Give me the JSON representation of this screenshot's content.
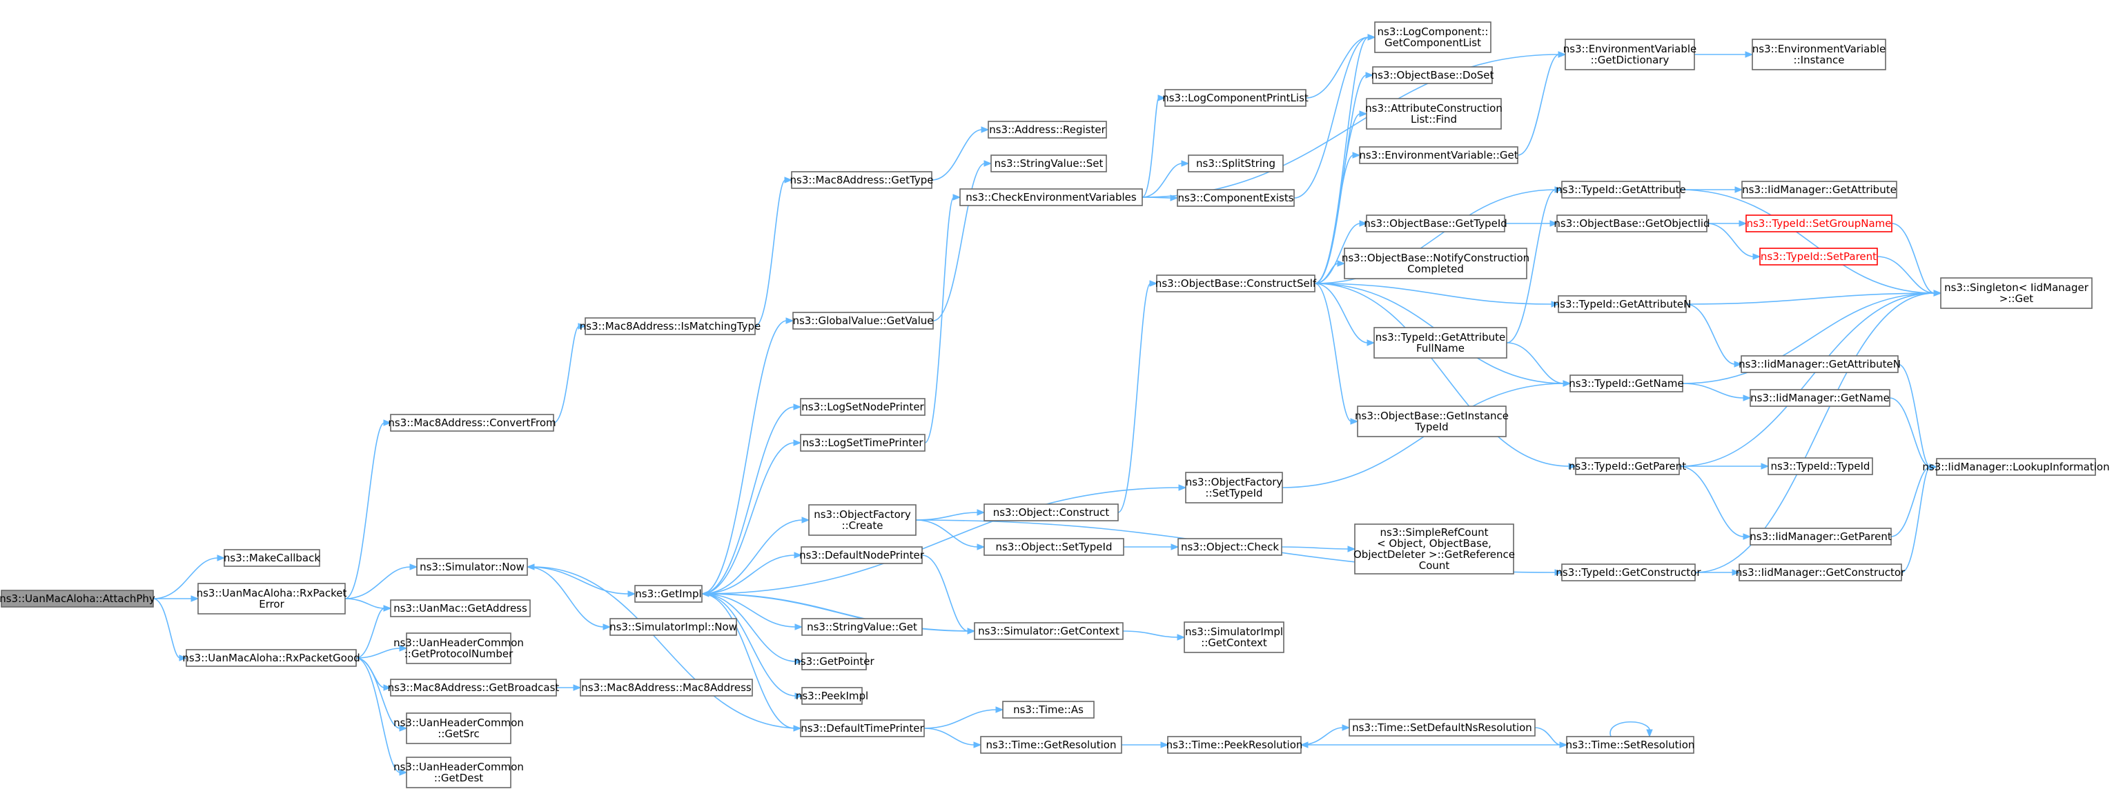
{
  "graph": {
    "colors": {
      "edge": "#63b8ff",
      "node_border": "#666666",
      "root_fill": "#999999",
      "red": "#ff0000"
    },
    "nodes": [
      {
        "id": "attach_phy",
        "lines": [
          "ns3::UanMacAloha::AttachPhy"
        ],
        "root": true
      },
      {
        "id": "make_callback",
        "lines": [
          "ns3::MakeCallback"
        ]
      },
      {
        "id": "rx_packet_error",
        "lines": [
          "ns3::UanMacAloha::RxPacket",
          "Error"
        ]
      },
      {
        "id": "rx_packet_good",
        "lines": [
          "ns3::UanMacAloha::RxPacketGood"
        ]
      },
      {
        "id": "mac8_convert_from",
        "lines": [
          "ns3::Mac8Address::ConvertFrom"
        ]
      },
      {
        "id": "simulator_now",
        "lines": [
          "ns3::Simulator::Now"
        ]
      },
      {
        "id": "uan_mac_get_address",
        "lines": [
          "ns3::UanMac::GetAddress"
        ]
      },
      {
        "id": "uan_header_get_protocol",
        "lines": [
          "ns3::UanHeaderCommon",
          "::GetProtocolNumber"
        ]
      },
      {
        "id": "mac8_get_broadcast",
        "lines": [
          "ns3::Mac8Address::GetBroadcast"
        ]
      },
      {
        "id": "uan_header_get_src",
        "lines": [
          "ns3::UanHeaderCommon",
          "::GetSrc"
        ]
      },
      {
        "id": "uan_header_get_dest",
        "lines": [
          "ns3::UanHeaderCommon",
          "::GetDest"
        ]
      },
      {
        "id": "mac8_is_matching_type",
        "lines": [
          "ns3::Mac8Address::IsMatchingType"
        ]
      },
      {
        "id": "mac8_get_type",
        "lines": [
          "ns3::Mac8Address::GetType"
        ]
      },
      {
        "id": "address_register",
        "lines": [
          "ns3::Address::Register"
        ]
      },
      {
        "id": "get_impl",
        "lines": [
          "ns3::GetImpl"
        ]
      },
      {
        "id": "simulator_impl_now",
        "lines": [
          "ns3::SimulatorImpl::Now"
        ]
      },
      {
        "id": "mac8_ctor",
        "lines": [
          "ns3::Mac8Address::Mac8Address"
        ]
      },
      {
        "id": "string_value_set",
        "lines": [
          "ns3::StringValue::Set"
        ]
      },
      {
        "id": "global_value_get_value",
        "lines": [
          "ns3::GlobalValue::GetValue"
        ]
      },
      {
        "id": "log_set_node_printer",
        "lines": [
          "ns3::LogSetNodePrinter"
        ]
      },
      {
        "id": "log_set_time_printer",
        "lines": [
          "ns3::LogSetTimePrinter"
        ]
      },
      {
        "id": "object_factory_create",
        "lines": [
          "ns3::ObjectFactory",
          "::Create"
        ]
      },
      {
        "id": "default_node_printer",
        "lines": [
          "ns3::DefaultNodePrinter"
        ]
      },
      {
        "id": "string_value_get",
        "lines": [
          "ns3::StringValue::Get"
        ]
      },
      {
        "id": "get_pointer",
        "lines": [
          "ns3::GetPointer"
        ]
      },
      {
        "id": "peek_impl",
        "lines": [
          "ns3::PeekImpl"
        ]
      },
      {
        "id": "default_time_printer",
        "lines": [
          "ns3::DefaultTimePrinter"
        ]
      },
      {
        "id": "check_env_vars",
        "lines": [
          "ns3::CheckEnvironmentVariables"
        ]
      },
      {
        "id": "object_construct",
        "lines": [
          "ns3::Object::Construct"
        ]
      },
      {
        "id": "object_set_type_id",
        "lines": [
          "ns3::Object::SetTypeId"
        ]
      },
      {
        "id": "simulator_get_context",
        "lines": [
          "ns3::Simulator::GetContext"
        ]
      },
      {
        "id": "time_as",
        "lines": [
          "ns3::Time::As"
        ]
      },
      {
        "id": "time_get_resolution",
        "lines": [
          "ns3::Time::GetResolution"
        ]
      },
      {
        "id": "log_component_print_list",
        "lines": [
          "ns3::LogComponentPrintList"
        ]
      },
      {
        "id": "split_string",
        "lines": [
          "ns3::SplitString"
        ]
      },
      {
        "id": "component_exists",
        "lines": [
          "ns3::ComponentExists"
        ]
      },
      {
        "id": "object_base_construct_self",
        "lines": [
          "ns3::ObjectBase::ConstructSelf"
        ]
      },
      {
        "id": "object_factory_set_type_id",
        "lines": [
          "ns3::ObjectFactory",
          "::SetTypeId"
        ]
      },
      {
        "id": "object_check",
        "lines": [
          "ns3::Object::Check"
        ]
      },
      {
        "id": "simulator_impl_get_context",
        "lines": [
          "ns3::SimulatorImpl",
          "::GetContext"
        ]
      },
      {
        "id": "time_peek_resolution",
        "lines": [
          "ns3::Time::PeekResolution"
        ]
      },
      {
        "id": "log_component_get_list",
        "lines": [
          "ns3::LogComponent::",
          "GetComponentList"
        ]
      },
      {
        "id": "object_base_do_set",
        "lines": [
          "ns3::ObjectBase::DoSet"
        ]
      },
      {
        "id": "attribute_construction_list_find",
        "lines": [
          "ns3::AttributeConstruction",
          "List::Find"
        ]
      },
      {
        "id": "env_var_get",
        "lines": [
          "ns3::EnvironmentVariable::Get"
        ]
      },
      {
        "id": "object_base_get_type_id",
        "lines": [
          "ns3::ObjectBase::GetTypeId"
        ]
      },
      {
        "id": "object_base_notify_construction",
        "lines": [
          "ns3::ObjectBase::NotifyConstruction",
          "Completed"
        ]
      },
      {
        "id": "typeid_get_attribute_full_name",
        "lines": [
          "ns3::TypeId::GetAttribute",
          "FullName"
        ]
      },
      {
        "id": "object_base_get_instance_type_id",
        "lines": [
          "ns3::ObjectBase::GetInstance",
          "TypeId"
        ]
      },
      {
        "id": "simple_ref_count_get_reference_count",
        "lines": [
          "ns3::SimpleRefCount",
          "< Object, ObjectBase,",
          "ObjectDeleter >::GetReference",
          "Count"
        ]
      },
      {
        "id": "time_set_default_ns_resolution",
        "lines": [
          "ns3::Time::SetDefaultNsResolution"
        ]
      },
      {
        "id": "env_var_get_dictionary",
        "lines": [
          "ns3::EnvironmentVariable",
          "::GetDictionary"
        ]
      },
      {
        "id": "typeid_get_attribute",
        "lines": [
          "ns3::TypeId::GetAttribute"
        ]
      },
      {
        "id": "object_base_get_object_iid",
        "lines": [
          "ns3::ObjectBase::GetObjectIid"
        ]
      },
      {
        "id": "typeid_get_attribute_n",
        "lines": [
          "ns3::TypeId::GetAttributeN"
        ]
      },
      {
        "id": "typeid_get_name",
        "lines": [
          "ns3::TypeId::GetName"
        ]
      },
      {
        "id": "typeid_get_parent",
        "lines": [
          "ns3::TypeId::GetParent"
        ]
      },
      {
        "id": "typeid_get_constructor",
        "lines": [
          "ns3::TypeId::GetConstructor"
        ]
      },
      {
        "id": "time_set_resolution",
        "lines": [
          "ns3::Time::SetResolution"
        ]
      },
      {
        "id": "env_var_instance",
        "lines": [
          "ns3::EnvironmentVariable",
          "::Instance"
        ]
      },
      {
        "id": "iid_get_attribute",
        "lines": [
          "ns3::IidManager::GetAttribute"
        ]
      },
      {
        "id": "typeid_set_group_name",
        "lines": [
          "ns3::TypeId::SetGroupName"
        ],
        "red": true
      },
      {
        "id": "typeid_set_parent",
        "lines": [
          "ns3::TypeId::SetParent"
        ],
        "red": true
      },
      {
        "id": "iid_get_attribute_n",
        "lines": [
          "ns3::IidManager::GetAttributeN"
        ]
      },
      {
        "id": "iid_get_name",
        "lines": [
          "ns3::IidManager::GetName"
        ]
      },
      {
        "id": "typeid_typeid",
        "lines": [
          "ns3::TypeId::TypeId"
        ]
      },
      {
        "id": "iid_get_parent",
        "lines": [
          "ns3::IidManager::GetParent"
        ]
      },
      {
        "id": "iid_get_constructor",
        "lines": [
          "ns3::IidManager::GetConstructor"
        ]
      },
      {
        "id": "singleton_get",
        "lines": [
          "ns3::Singleton< IidManager",
          ">::Get"
        ]
      },
      {
        "id": "iid_lookup_information",
        "lines": [
          "ns3::IidManager::LookupInformation"
        ]
      }
    ],
    "edges": [
      [
        "attach_phy",
        "make_callback"
      ],
      [
        "attach_phy",
        "rx_packet_error"
      ],
      [
        "attach_phy",
        "rx_packet_good"
      ],
      [
        "rx_packet_error",
        "mac8_convert_from"
      ],
      [
        "rx_packet_error",
        "simulator_now"
      ],
      [
        "rx_packet_error",
        "uan_mac_get_address"
      ],
      [
        "rx_packet_good",
        "uan_mac_get_address"
      ],
      [
        "rx_packet_good",
        "uan_header_get_protocol"
      ],
      [
        "rx_packet_good",
        "mac8_get_broadcast"
      ],
      [
        "rx_packet_good",
        "uan_header_get_src"
      ],
      [
        "rx_packet_good",
        "uan_header_get_dest"
      ],
      [
        "mac8_convert_from",
        "mac8_is_matching_type"
      ],
      [
        "mac8_is_matching_type",
        "mac8_get_type"
      ],
      [
        "mac8_get_type",
        "address_register"
      ],
      [
        "simulator_now",
        "get_impl"
      ],
      [
        "simulator_now",
        "simulator_impl_now"
      ],
      [
        "mac8_get_broadcast",
        "mac8_ctor"
      ],
      [
        "get_impl",
        "global_value_get_value"
      ],
      [
        "get_impl",
        "log_set_node_printer"
      ],
      [
        "get_impl",
        "log_set_time_printer"
      ],
      [
        "get_impl",
        "object_factory_create"
      ],
      [
        "get_impl",
        "default_node_printer"
      ],
      [
        "get_impl",
        "string_value_get"
      ],
      [
        "get_impl",
        "get_pointer"
      ],
      [
        "get_impl",
        "peek_impl"
      ],
      [
        "get_impl",
        "default_time_printer"
      ],
      [
        "get_impl",
        "object_factory_set_type_id"
      ],
      [
        "get_impl",
        "simulator_get_context"
      ],
      [
        "global_value_get_value",
        "string_value_set"
      ],
      [
        "log_set_time_printer",
        "check_env_vars"
      ],
      [
        "object_factory_create",
        "object_construct"
      ],
      [
        "object_factory_create",
        "object_set_type_id"
      ],
      [
        "object_factory_create",
        "typeid_get_constructor"
      ],
      [
        "default_node_printer",
        "simulator_get_context"
      ],
      [
        "default_time_printer",
        "time_as"
      ],
      [
        "default_time_printer",
        "time_get_resolution"
      ],
      [
        "default_time_printer",
        "simulator_now"
      ],
      [
        "simulator_get_context",
        "get_impl"
      ],
      [
        "simulator_get_context",
        "simulator_impl_get_context"
      ],
      [
        "check_env_vars",
        "log_component_print_list"
      ],
      [
        "check_env_vars",
        "split_string"
      ],
      [
        "check_env_vars",
        "component_exists"
      ],
      [
        "check_env_vars",
        "env_var_get_dictionary"
      ],
      [
        "object_construct",
        "object_base_construct_self"
      ],
      [
        "object_set_type_id",
        "object_check"
      ],
      [
        "object_check",
        "simple_ref_count_get_reference_count"
      ],
      [
        "time_get_resolution",
        "time_peek_resolution"
      ],
      [
        "time_peek_resolution",
        "time_set_default_ns_resolution"
      ],
      [
        "time_set_default_ns_resolution",
        "time_set_resolution"
      ],
      [
        "time_set_resolution",
        "time_peek_resolution"
      ],
      [
        "time_set_resolution",
        "time_set_resolution"
      ],
      [
        "log_component_print_list",
        "log_component_get_list"
      ],
      [
        "component_exists",
        "log_component_get_list"
      ],
      [
        "object_factory_set_type_id",
        "typeid_get_name"
      ],
      [
        "object_base_construct_self",
        "log_component_get_list"
      ],
      [
        "object_base_construct_self",
        "object_base_do_set"
      ],
      [
        "object_base_construct_self",
        "attribute_construction_list_find"
      ],
      [
        "object_base_construct_self",
        "env_var_get"
      ],
      [
        "object_base_construct_self",
        "object_base_get_type_id"
      ],
      [
        "object_base_construct_self",
        "object_base_notify_construction"
      ],
      [
        "object_base_construct_self",
        "typeid_get_attribute_full_name"
      ],
      [
        "object_base_construct_self",
        "object_base_get_instance_type_id"
      ],
      [
        "object_base_construct_self",
        "typeid_get_attribute"
      ],
      [
        "object_base_construct_self",
        "typeid_get_attribute_n"
      ],
      [
        "object_base_construct_self",
        "typeid_get_name"
      ],
      [
        "object_base_construct_self",
        "typeid_get_parent"
      ],
      [
        "env_var_get",
        "env_var_get_dictionary"
      ],
      [
        "env_var_get_dictionary",
        "env_var_instance"
      ],
      [
        "object_base_get_type_id",
        "object_base_get_object_iid"
      ],
      [
        "object_base_get_object_iid",
        "typeid_set_group_name"
      ],
      [
        "object_base_get_object_iid",
        "typeid_set_parent"
      ],
      [
        "typeid_get_attribute_full_name",
        "typeid_get_attribute"
      ],
      [
        "typeid_get_attribute_full_name",
        "typeid_get_name"
      ],
      [
        "typeid_get_attribute",
        "iid_get_attribute"
      ],
      [
        "typeid_get_attribute",
        "singleton_get"
      ],
      [
        "typeid_get_attribute_n",
        "iid_get_attribute_n"
      ],
      [
        "typeid_get_attribute_n",
        "singleton_get"
      ],
      [
        "typeid_get_name",
        "iid_get_name"
      ],
      [
        "typeid_get_name",
        "singleton_get"
      ],
      [
        "typeid_get_parent",
        "typeid_typeid"
      ],
      [
        "typeid_get_parent",
        "iid_get_parent"
      ],
      [
        "typeid_get_parent",
        "singleton_get"
      ],
      [
        "typeid_get_constructor",
        "iid_get_constructor"
      ],
      [
        "typeid_get_constructor",
        "singleton_get"
      ],
      [
        "typeid_set_group_name",
        "singleton_get"
      ],
      [
        "typeid_set_parent",
        "singleton_get"
      ],
      [
        "iid_get_attribute_n",
        "iid_lookup_information"
      ],
      [
        "iid_get_name",
        "iid_lookup_information"
      ],
      [
        "iid_get_parent",
        "iid_lookup_information"
      ],
      [
        "iid_get_constructor",
        "iid_lookup_information"
      ]
    ]
  }
}
